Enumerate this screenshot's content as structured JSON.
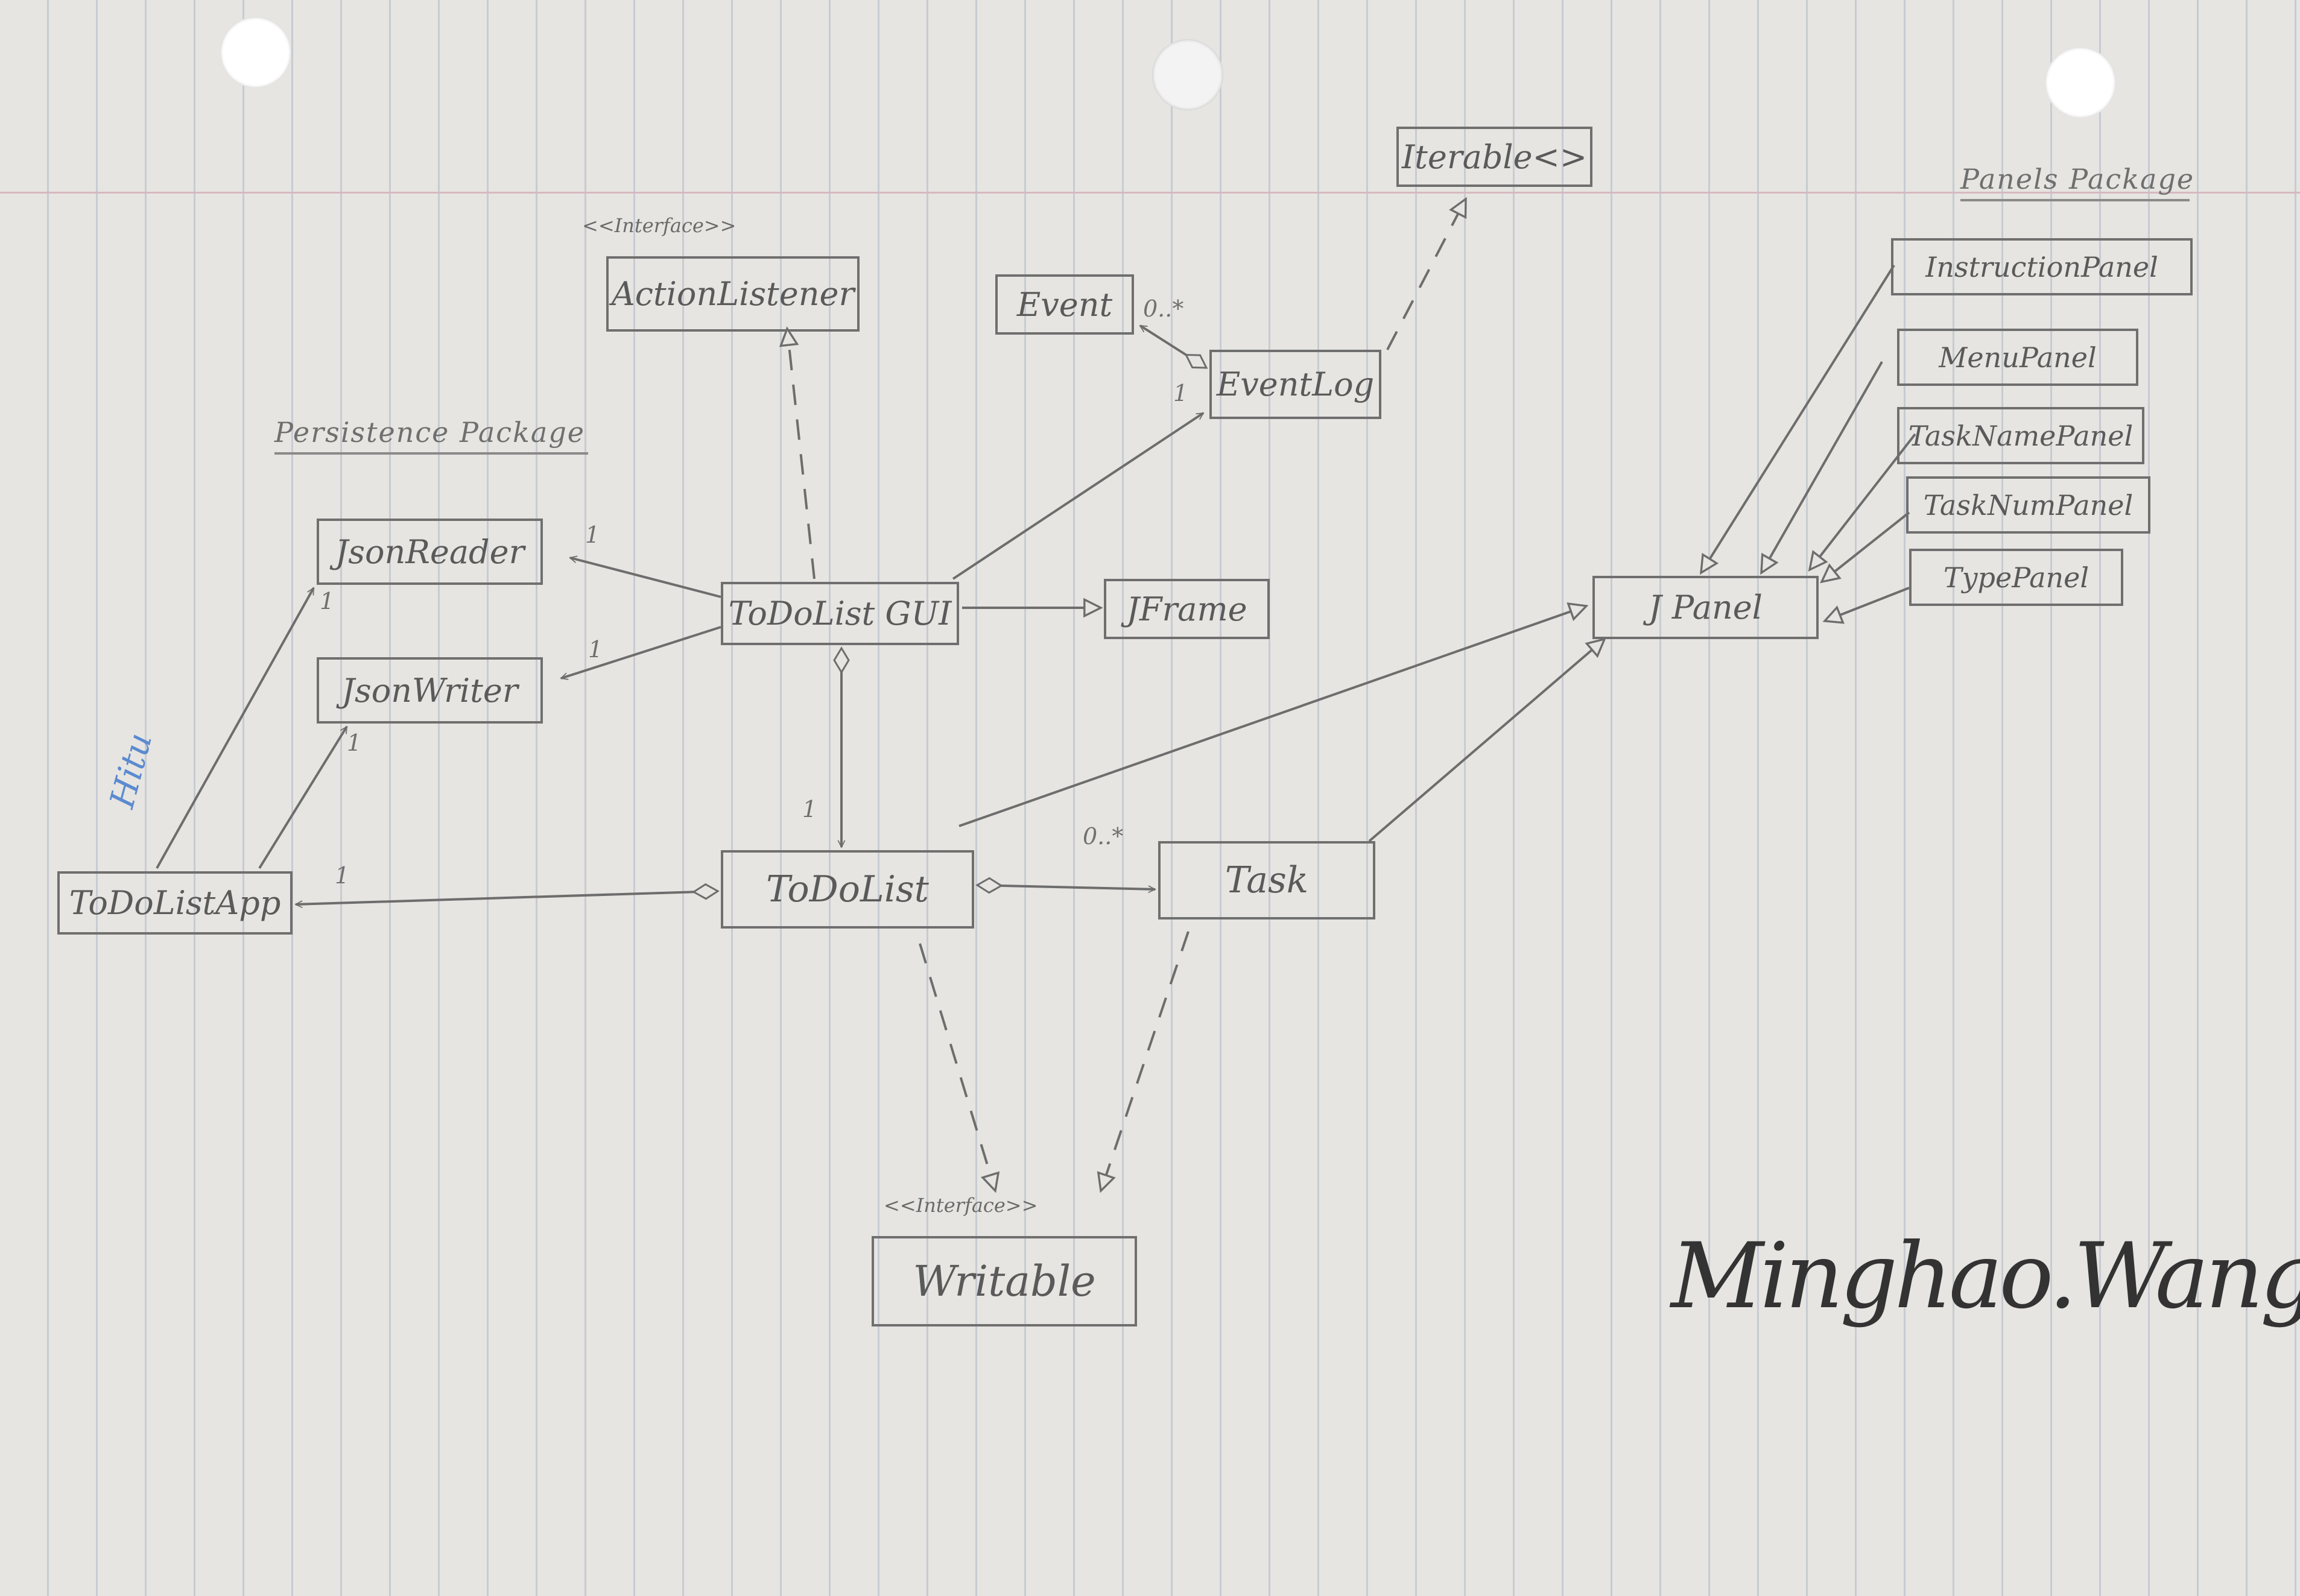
{
  "packages": {
    "persistence": "Persistence Package",
    "panels": "Panels Package"
  },
  "stereotypes": {
    "action_listener": "<<Interface>>",
    "writable": "<<Interface>>"
  },
  "classes": {
    "iterable": "Iterable<>",
    "action_listener": "ActionListener",
    "event": "Event",
    "event_log": "EventLog",
    "json_reader": "JsonReader",
    "json_writer": "JsonWriter",
    "todo_gui": "ToDoList GUI",
    "jframe": "JFrame",
    "jpanel": "J Panel",
    "todo_app": "ToDoListApp",
    "todo_list": "ToDoList",
    "task": "Task",
    "writable": "Writable",
    "instruction_panel": "InstructionPanel",
    "menu_panel": "MenuPanel",
    "task_name_panel": "TaskNamePanel",
    "task_num_panel": "TaskNumPanel",
    "type_panel": "TypePanel"
  },
  "multiplicities": {
    "event_many": "0..*",
    "event_log_one": "1",
    "reader_one": "1",
    "writer_one": "1",
    "app_reader_one": "1",
    "app_writer_one": "1",
    "gui_list_one": "1",
    "app_list_one": "1",
    "task_many": "0..*"
  },
  "annotations": {
    "margin_scribble": "Hitu",
    "signature": "Minghao.Wang"
  },
  "colors": {
    "pencil": "#6d6d6d",
    "paper": "#e6e5e1",
    "rule": "#c7cbd2",
    "blue_ink": "#5b8ad0"
  }
}
